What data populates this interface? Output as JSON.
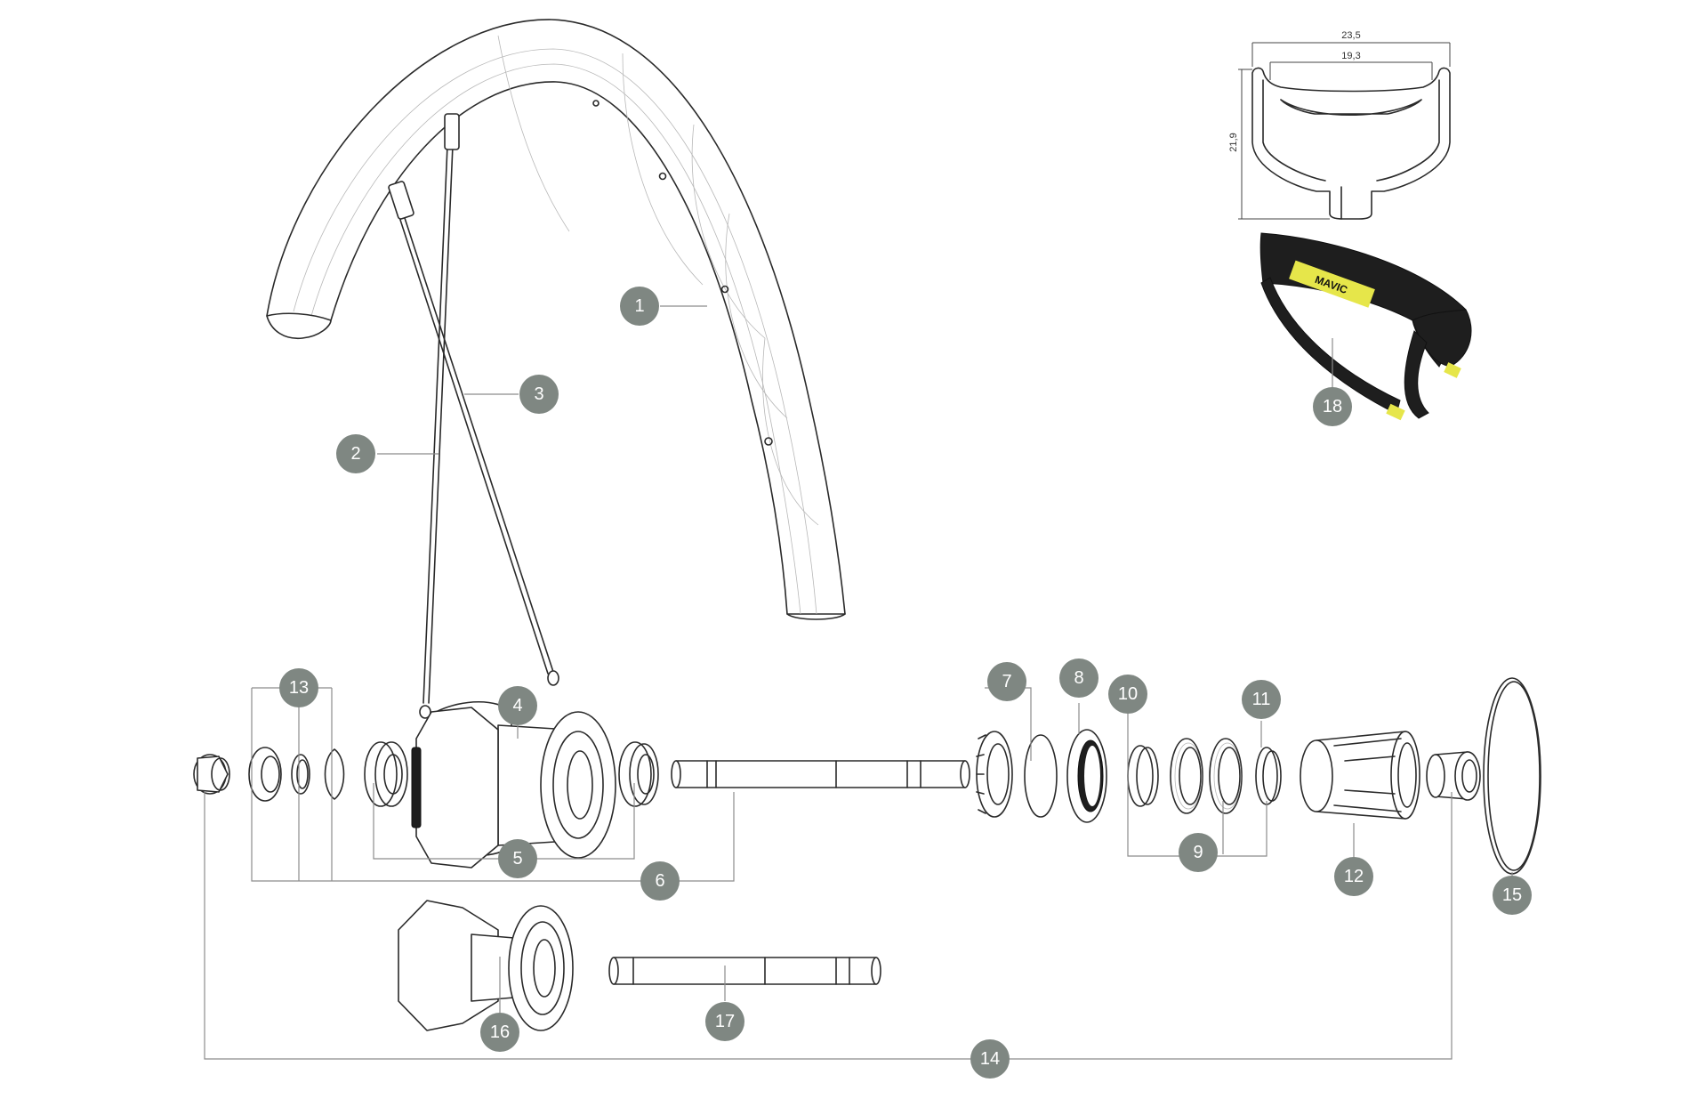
{
  "callouts": [
    {
      "id": "1",
      "label": "1"
    },
    {
      "id": "2",
      "label": "2"
    },
    {
      "id": "3",
      "label": "3"
    },
    {
      "id": "4",
      "label": "4"
    },
    {
      "id": "5",
      "label": "5"
    },
    {
      "id": "6",
      "label": "6"
    },
    {
      "id": "7",
      "label": "7"
    },
    {
      "id": "8",
      "label": "8"
    },
    {
      "id": "9",
      "label": "9"
    },
    {
      "id": "10",
      "label": "10"
    },
    {
      "id": "11",
      "label": "11"
    },
    {
      "id": "12",
      "label": "12"
    },
    {
      "id": "13",
      "label": "13"
    },
    {
      "id": "14",
      "label": "14"
    },
    {
      "id": "15",
      "label": "15"
    },
    {
      "id": "16",
      "label": "16"
    },
    {
      "id": "17",
      "label": "17"
    },
    {
      "id": "18",
      "label": "18"
    }
  ],
  "rim_profile": {
    "outer_width": "23,5",
    "inner_width": "19,3",
    "height": "21,9"
  },
  "tire": {
    "brand_text": "MAVIC",
    "accent_color": "#e6e64a"
  },
  "colors": {
    "callout_fill": "#7f8782",
    "callout_text": "#ffffff",
    "leader_line": "#8c8c8c",
    "outline": "#2a2a2a"
  }
}
